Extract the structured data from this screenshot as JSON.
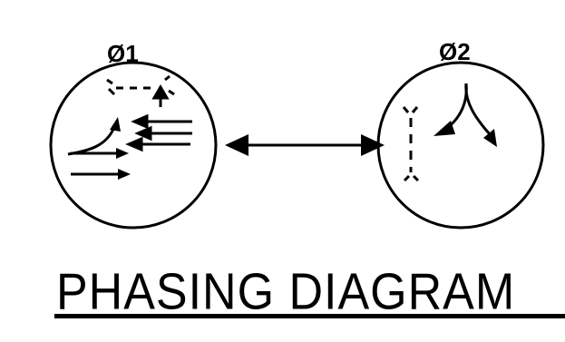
{
  "phases": [
    {
      "label": "Ø1",
      "flow": "through movements with left-turn split"
    },
    {
      "label": "Ø2",
      "flow": "turns from side street"
    }
  ],
  "title": "PHASING DIAGRAM",
  "colors": {
    "ink": "#000000",
    "background": "#ffffff"
  }
}
